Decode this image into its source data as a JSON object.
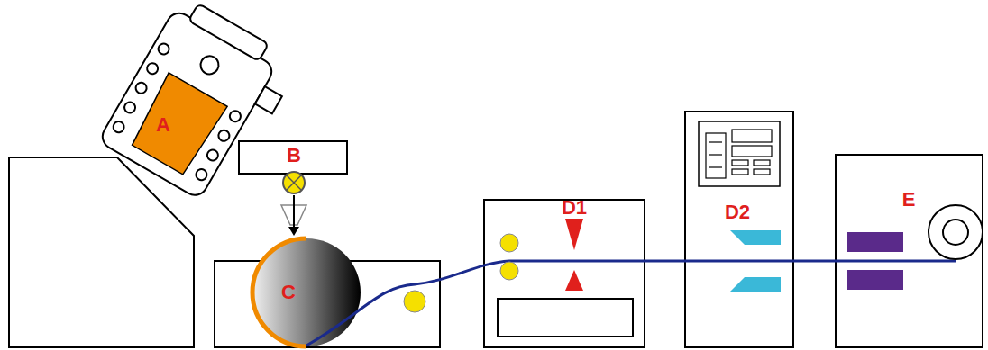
{
  "diagram": {
    "labels": [
      "A",
      "B",
      "C",
      "D1",
      "D2",
      "E"
    ]
  }
}
